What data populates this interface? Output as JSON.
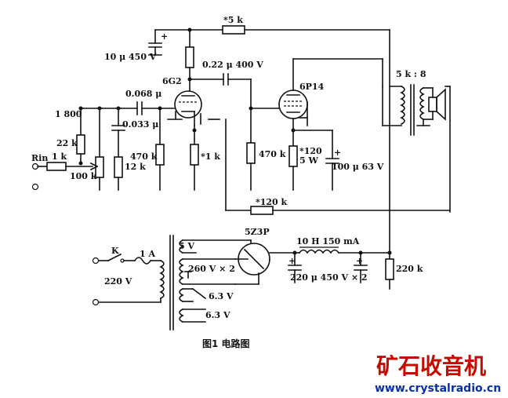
{
  "diagram": {
    "labels": {
      "r_fb1": "*5 k",
      "c_dec": "10 μ 450 V",
      "tube1": "6G2",
      "c_couple": "0.22 μ 400 V",
      "tube2": "6P14",
      "transformer_ratio": "5 k : 8",
      "c_in": "0.068 μ",
      "r_1800": "1 800",
      "c_033": "0.033 μ",
      "r_22k": "22 k",
      "rin": "Rin",
      "r_1k": "1 k",
      "r_100k": "100 k",
      "r_12k": "12 k",
      "r_470k_a": "470 k",
      "r_k1": "*1 k",
      "r_470k_b": "470 k",
      "r_120": "*120",
      "r_120_w": "5 W",
      "c_100u": "100 μ 63 V",
      "r_fb2": "*120 k",
      "rect": "5Z3P",
      "choke": "10 H  150 mA",
      "switch": "K",
      "fuse": "1 A",
      "mains": "220 V",
      "sec_5v": "5 V",
      "sec_hv": "260 V × 2",
      "sec_fil1": "6.3 V",
      "sec_fil2": "6.3 V",
      "c_filter": "220 μ 450 V × 2",
      "r_bleed": "220 k"
    },
    "caption": "图1    电路图"
  },
  "watermark": {
    "brand": "矿石收音机",
    "url": "www.crystalradio.cn"
  }
}
